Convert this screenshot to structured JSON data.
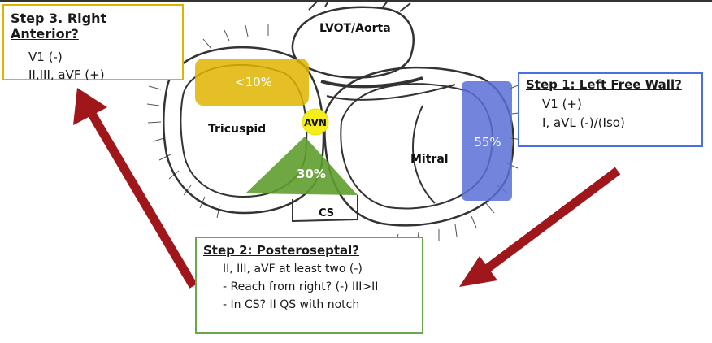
{
  "labels": {
    "lvot": "LVOT/Aorta",
    "tricuspid": "Tricuspid",
    "mitral": "Mitral",
    "avn": "AVN",
    "cs": "CS"
  },
  "regions": {
    "right_anterior": "<10%",
    "posteroseptal": "30%",
    "left_free_wall": "55%"
  },
  "steps": {
    "step3": {
      "title": "Step 3. Right Anterior?",
      "lines": [
        "V1 (-)",
        "II,III, aVF (+)"
      ]
    },
    "step1": {
      "title": "Step 1: Left Free Wall?",
      "lines": [
        "V1 (+)",
        "I, aVL (-)/(Iso)"
      ]
    },
    "step2": {
      "title": "Step 2: Posteroseptal?",
      "lines": [
        "II, III, aVF at least two (-)",
        "- Reach from right? (-) III>II",
        "- In CS? II QS with notch"
      ]
    }
  },
  "colors": {
    "yellow": "#e0b400",
    "green": "#5f9e2e",
    "blue": "#5a6fd6",
    "arrow": "#a0171b",
    "avn": "#f4ee1a"
  }
}
